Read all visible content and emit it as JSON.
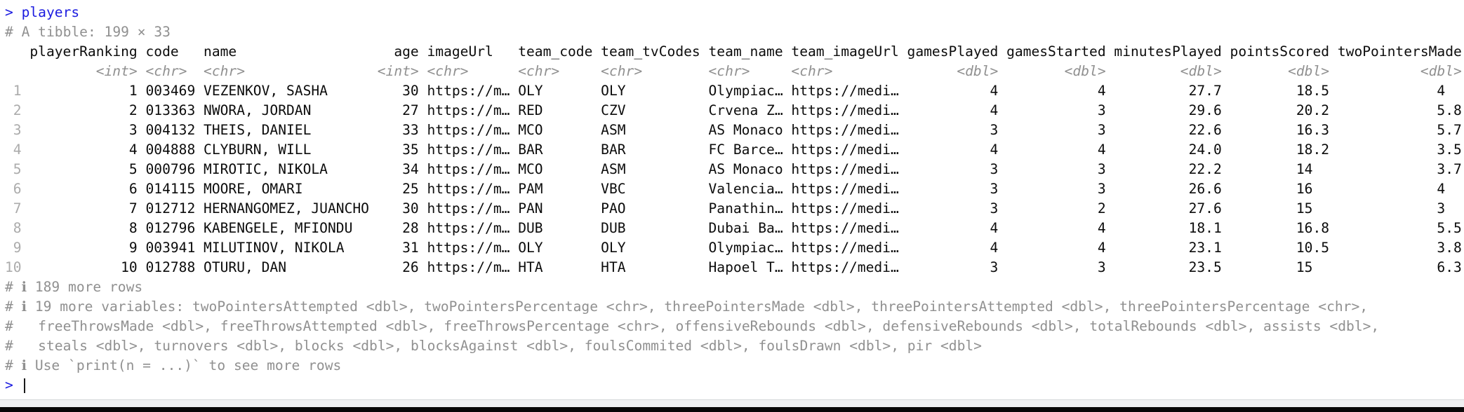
{
  "console": {
    "input_line": {
      "prompt": "> ",
      "command": "players"
    },
    "tibble_summary": "# A tibble: 199 × 33",
    "table": {
      "gutter_ch": 2,
      "columns": [
        {
          "name": "playerRanking",
          "type": "<int>",
          "width": 13,
          "align": "right"
        },
        {
          "name": "code",
          "type": "<chr>",
          "width": 6,
          "align": "left"
        },
        {
          "name": "name",
          "type": "<chr>",
          "width": 20,
          "align": "left"
        },
        {
          "name": "age",
          "type": "<int>",
          "width": 5,
          "align": "right"
        },
        {
          "name": "imageUrl",
          "type": "<chr>",
          "width": 10,
          "align": "left"
        },
        {
          "name": "team_code",
          "type": "<chr>",
          "width": 9,
          "align": "left"
        },
        {
          "name": "team_tvCodes",
          "type": "<chr>",
          "width": 12,
          "align": "left"
        },
        {
          "name": "team_name",
          "type": "<chr>",
          "width": 9,
          "align": "left"
        },
        {
          "name": "team_imageUrl",
          "type": "<chr>",
          "width": 13,
          "align": "left"
        },
        {
          "name": "gamesPlayed",
          "type": "<dbl>",
          "width": 11,
          "align": "right"
        },
        {
          "name": "gamesStarted",
          "type": "<dbl>",
          "width": 12,
          "align": "right"
        },
        {
          "name": "minutesPlayed",
          "type": "<dbl>",
          "width": 13,
          "align": "right"
        },
        {
          "name": "pointsScored",
          "type": "<dbl>",
          "width": 12,
          "align": "right"
        },
        {
          "name": "twoPointersMade",
          "type": "<dbl>",
          "width": 15,
          "align": "right"
        }
      ],
      "rows": [
        {
          "num": "1",
          "cells": [
            "1",
            "003469",
            "VEZENKOV, SASHA",
            "30",
            "https://m…",
            "OLY",
            "OLY",
            "Olympiac…",
            "https://medi…",
            "4",
            "4",
            "27.7",
            "18.5",
            "4  "
          ]
        },
        {
          "num": "2",
          "cells": [
            "2",
            "013363",
            "NWORA, JORDAN",
            "27",
            "https://m…",
            "RED",
            "CZV",
            "Crvena Z…",
            "https://medi…",
            "4",
            "3",
            "29.6",
            "20.2",
            "5.8"
          ]
        },
        {
          "num": "3",
          "cells": [
            "3",
            "004132",
            "THEIS, DANIEL",
            "33",
            "https://m…",
            "MCO",
            "ASM",
            "AS Monaco",
            "https://medi…",
            "3",
            "3",
            "22.6",
            "16.3",
            "5.7"
          ]
        },
        {
          "num": "4",
          "cells": [
            "4",
            "004888",
            "CLYBURN, WILL",
            "35",
            "https://m…",
            "BAR",
            "BAR",
            "FC Barce…",
            "https://medi…",
            "4",
            "4",
            "24.0",
            "18.2",
            "3.5"
          ]
        },
        {
          "num": "5",
          "cells": [
            "5",
            "000796",
            "MIROTIC, NIKOLA",
            "34",
            "https://m…",
            "MCO",
            "ASM",
            "AS Monaco",
            "https://medi…",
            "3",
            "3",
            "22.2",
            "14  ",
            "3.7"
          ]
        },
        {
          "num": "6",
          "cells": [
            "6",
            "014115",
            "MOORE, OMARI",
            "25",
            "https://m…",
            "PAM",
            "VBC",
            "Valencia…",
            "https://medi…",
            "3",
            "3",
            "26.6",
            "16  ",
            "4  "
          ]
        },
        {
          "num": "7",
          "cells": [
            "7",
            "012712",
            "HERNANGOMEZ, JUANCHO",
            "30",
            "https://m…",
            "PAN",
            "PAO",
            "Panathin…",
            "https://medi…",
            "3",
            "2",
            "27.6",
            "15  ",
            "3  "
          ]
        },
        {
          "num": "8",
          "cells": [
            "8",
            "012796",
            "KABENGELE, MFIONDU",
            "28",
            "https://m…",
            "DUB",
            "DUB",
            "Dubai Ba…",
            "https://medi…",
            "4",
            "4",
            "18.1",
            "16.8",
            "5.5"
          ]
        },
        {
          "num": "9",
          "cells": [
            "9",
            "003941",
            "MILUTINOV, NIKOLA",
            "31",
            "https://m…",
            "OLY",
            "OLY",
            "Olympiac…",
            "https://medi…",
            "4",
            "4",
            "23.1",
            "10.5",
            "3.8"
          ]
        },
        {
          "num": "10",
          "cells": [
            "10",
            "012788",
            "OTURU, DAN",
            "26",
            "https://m…",
            "HTA",
            "HTA",
            "Hapoel T…",
            "https://medi…",
            "3",
            "3",
            "23.5",
            "15  ",
            "6.3"
          ]
        }
      ]
    },
    "footer_lines": [
      "# ℹ 189 more rows",
      "# ℹ 19 more variables: twoPointersAttempted <dbl>, twoPointersPercentage <chr>, threePointersMade <dbl>, threePointersAttempted <dbl>, threePointersPercentage <chr>,",
      "#   freeThrowsMade <dbl>, freeThrowsAttempted <dbl>, freeThrowsPercentage <chr>, offensiveRebounds <dbl>, defensiveRebounds <dbl>, totalRebounds <dbl>, assists <dbl>,",
      "#   steals <dbl>, turnovers <dbl>, blocks <dbl>, blocksAgainst <dbl>, foulsCommited <dbl>, foulsDrawn <dbl>, pir <dbl>",
      "# ℹ Use `print(n = ...)` to see more rows"
    ],
    "final_prompt": "> "
  },
  "colors": {
    "prompt_blue": "#1c1ce0",
    "text_black": "#0c0c0c",
    "muted_gray": "#909090",
    "row_number_gray": "#ababab",
    "console_bg": "#ffffff",
    "window_bottom_gray": "#eef0f1",
    "taskbar_black": "#070707"
  }
}
